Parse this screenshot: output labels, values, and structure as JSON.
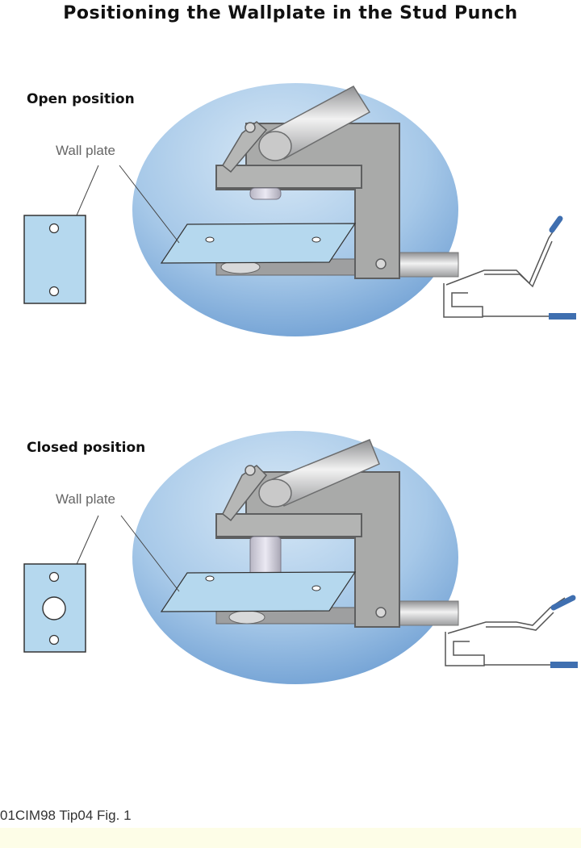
{
  "title": "Positioning the Wallplate in the Stud Punch",
  "panels": [
    {
      "label": "Open position",
      "callout": "Wall plate"
    },
    {
      "label": "Closed position",
      "callout": "Wall plate"
    }
  ],
  "caption": "01CIM98 Tip04 Fig. 1",
  "colors": {
    "ellipse": "#8db9e0",
    "plate": "#b5d8ee",
    "frame": "#a9aaa9",
    "handle_grip": "#3f6fb0",
    "background": "#ffffff",
    "footer_band": "#fdfde7"
  }
}
